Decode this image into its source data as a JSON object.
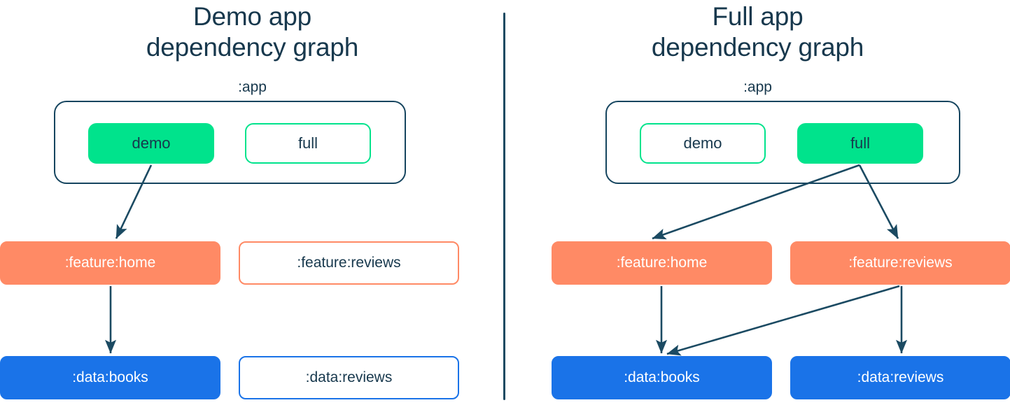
{
  "figure": {
    "background": "#ffffff",
    "divider_color": "#1b4a62"
  },
  "colors": {
    "title_text": "#17384d",
    "group_border": "#16455f",
    "green": "#00e38c",
    "salmon": "#ff8a65",
    "blue": "#1a73e8",
    "edge": "#1b4a62",
    "label_dark": "#17384d",
    "label_light": "#ffffff"
  },
  "panels": [
    {
      "id": "demo",
      "title": "Demo app\ndependency graph",
      "group": {
        "label": ":app",
        "nodes": [
          {
            "id": "demo",
            "label": "demo",
            "style": "green-filled"
          },
          {
            "id": "full",
            "label": "full",
            "style": "green-outline"
          }
        ]
      },
      "feature_row": [
        {
          "id": "feature-home",
          "label": ":feature:home",
          "style": "salmon-filled"
        },
        {
          "id": "feature-reviews",
          "label": ":feature:reviews",
          "style": "salmon-outline"
        }
      ],
      "data_row": [
        {
          "id": "data-books",
          "label": ":data:books",
          "style": "blue-filled"
        },
        {
          "id": "data-reviews",
          "label": ":data:reviews",
          "style": "blue-outline"
        }
      ],
      "edges": [
        {
          "from": "demo",
          "to": "feature-home"
        },
        {
          "from": "feature-home",
          "to": "data-books"
        }
      ]
    },
    {
      "id": "full",
      "title": "Full app\ndependency graph",
      "group": {
        "label": ":app",
        "nodes": [
          {
            "id": "demo",
            "label": "demo",
            "style": "green-outline"
          },
          {
            "id": "full",
            "label": "full",
            "style": "green-filled"
          }
        ]
      },
      "feature_row": [
        {
          "id": "feature-home",
          "label": ":feature:home",
          "style": "salmon-filled"
        },
        {
          "id": "feature-reviews",
          "label": ":feature:reviews",
          "style": "salmon-filled"
        }
      ],
      "data_row": [
        {
          "id": "data-books",
          "label": ":data:books",
          "style": "blue-filled"
        },
        {
          "id": "data-reviews",
          "label": ":data:reviews",
          "style": "blue-filled"
        }
      ],
      "edges": [
        {
          "from": "full",
          "to": "feature-home"
        },
        {
          "from": "full",
          "to": "feature-reviews"
        },
        {
          "from": "feature-home",
          "to": "data-books"
        },
        {
          "from": "feature-reviews",
          "to": "data-books"
        },
        {
          "from": "feature-reviews",
          "to": "data-reviews"
        }
      ]
    }
  ]
}
